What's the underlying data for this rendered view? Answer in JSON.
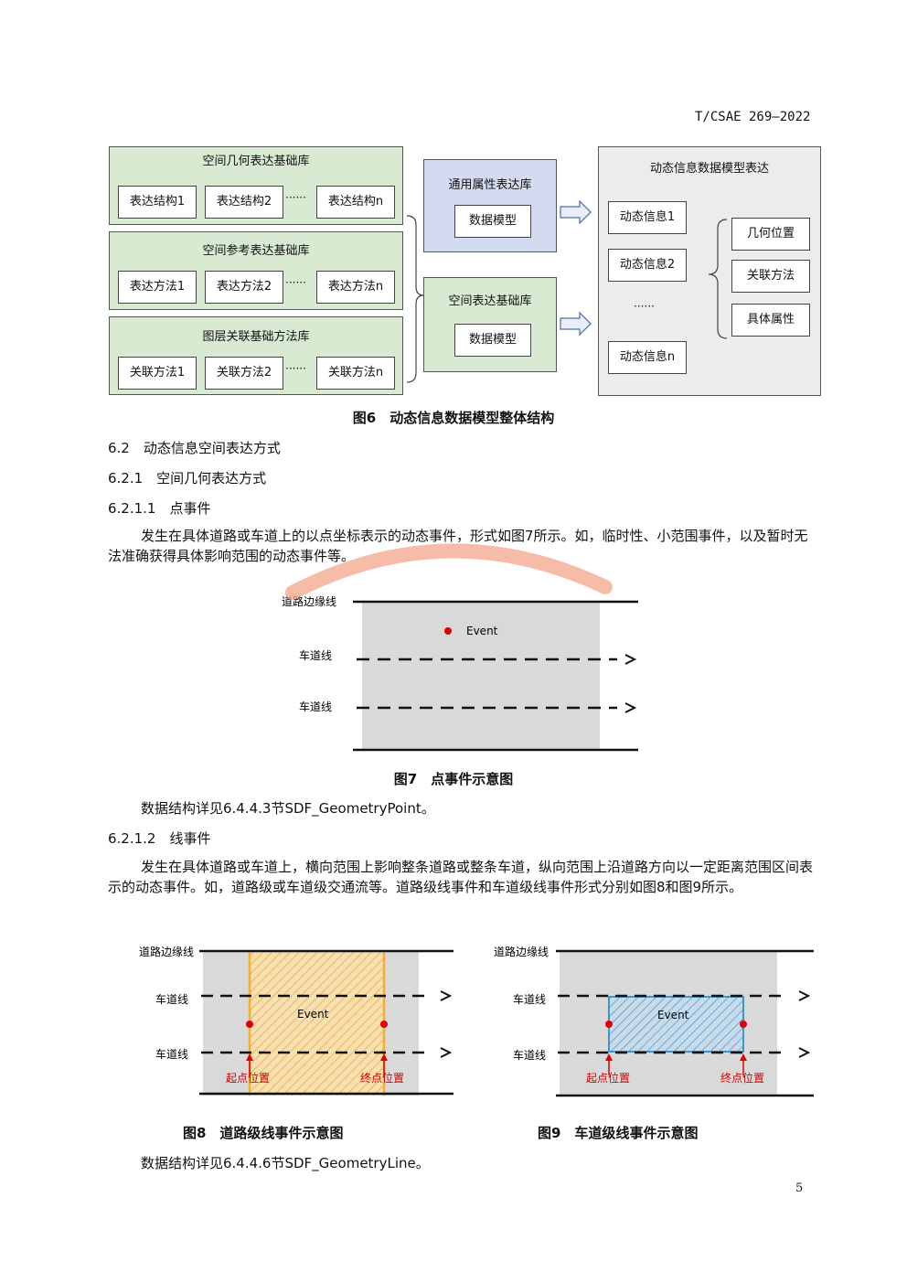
{
  "header": {
    "doc_code": "T/CSAE 269—2022"
  },
  "fig6": {
    "panels": [
      {
        "title": "空间几何表达基础库",
        "items": [
          "表达结构1",
          "表达结构2",
          "表达结构n"
        ]
      },
      {
        "title": "空间参考表达基础库",
        "items": [
          "表达方法1",
          "表达方法2",
          "表达方法n"
        ]
      },
      {
        "title": "图层关联基础方法库",
        "items": [
          "关联方法1",
          "关联方法2",
          "关联方法n"
        ]
      }
    ],
    "dots": "······",
    "common_attr": {
      "title": "通用属性表达库",
      "item": "数据模型"
    },
    "spatial_base": {
      "title": "空间表达基础库",
      "item": "数据模型"
    },
    "dynamic": {
      "title": "动态信息数据模型表达",
      "items": [
        "动态信息1",
        "动态信息2",
        "动态信息n"
      ],
      "dots": "······",
      "attrs": [
        "几何位置",
        "关联方法",
        "具体属性"
      ]
    },
    "caption": "图6　动态信息数据模型整体结构"
  },
  "sections": {
    "s62": "6.2　动态信息空间表达方式",
    "s621": "6.2.1　空间几何表达方式",
    "s6211": "6.2.1.1　点事件",
    "p1": "发生在具体道路或车道上的以点坐标表示的动态事件，形式如图7所示。如，临时性、小范围事件，以及暂时无法准确获得具体影响范围的动态事件等。",
    "s6212": "6.2.1.2　线事件",
    "p2": "发生在具体道路或车道上，横向范围上影响整条道路或整条车道，纵向范围上沿道路方向以一定距离范围区间表示的动态事件。如，道路级或车道级交通流等。道路级线事件和车道级线事件形式分别如图8和图9所示。",
    "ref1": "数据结构详见6.4.4.3节SDF_GeometryPoint。",
    "ref2": "数据结构详见6.4.4.6节SDF_GeometryLine。"
  },
  "fig7": {
    "edge_label": "道路边缘线",
    "lane1_label": "车道线",
    "lane2_label": "车道线",
    "event_label": "Event",
    "caption": "图7　点事件示意图"
  },
  "fig8": {
    "edge_label": "道路边缘线",
    "lane1_label": "车道线",
    "lane2_label": "车道线",
    "event_label": "Event",
    "start_label": "起点位置",
    "end_label": "终点位置",
    "caption": "图8　道路级线事件示意图"
  },
  "fig9": {
    "edge_label": "道路边缘线",
    "lane1_label": "车道线",
    "lane2_label": "车道线",
    "event_label": "Event",
    "start_label": "起点位置",
    "end_label": "终点位置",
    "caption": "图9　车道级线事件示意图"
  },
  "page_number": "5",
  "colors": {
    "panel_green": "#d9ead3",
    "panel_blue": "#d4daf0",
    "road_gray": "#d9d9d9",
    "event_red": "#e00000",
    "hatch_orange": "#f0b030",
    "hatch_blue": "#2a8fd0"
  }
}
